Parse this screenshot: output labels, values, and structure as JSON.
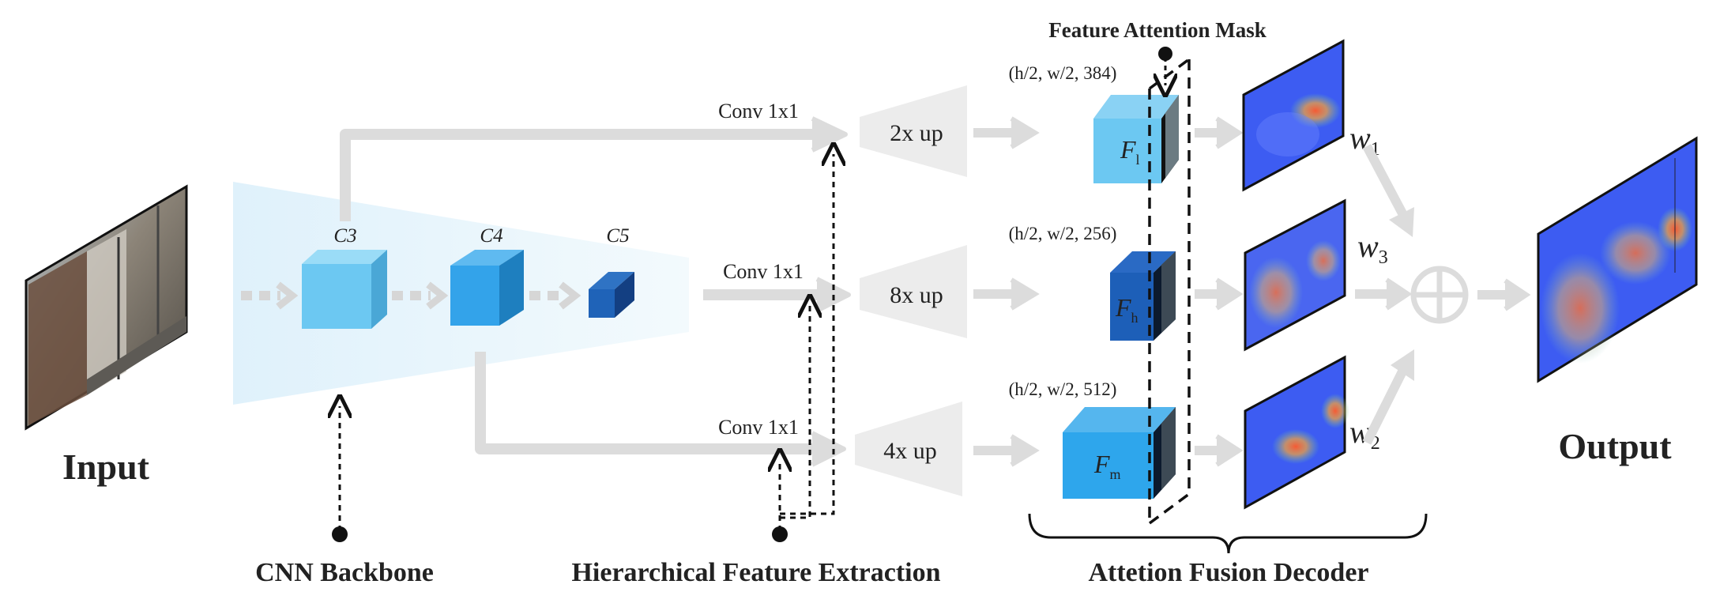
{
  "title": "Feature Attention Mask",
  "input_label": "Input",
  "output_label": "Output",
  "backbone": {
    "label": "CNN Backbone",
    "stages": [
      "C3",
      "C4",
      "C5"
    ]
  },
  "extraction": {
    "label": "Hierarchical Feature Extraction",
    "conv_labels": [
      "Conv 1x1",
      "Conv 1x1",
      "Conv 1x1"
    ],
    "up_labels": [
      "2x up",
      "8x up",
      "4x up"
    ]
  },
  "decoder": {
    "label": "Attetion Fusion Decoder",
    "features": [
      {
        "name": "F",
        "sub": "l",
        "dims": "(h/2, w/2, 384)",
        "color": "#6cc8f2"
      },
      {
        "name": "F",
        "sub": "h",
        "dims": "(h/2, w/2, 256)",
        "color": "#1d5fb8"
      },
      {
        "name": "F",
        "sub": "m",
        "dims": "(h/2, w/2, 512)",
        "color": "#2ea6ec"
      }
    ],
    "weights": [
      {
        "name": "w",
        "sub": "1"
      },
      {
        "name": "w",
        "sub": "3"
      },
      {
        "name": "w",
        "sub": "2"
      }
    ],
    "fusion_symbol": "⊕"
  },
  "colors": {
    "arrow_gray": "#dcdcdc",
    "backbone_fill": "#eaf6fc",
    "heatmap_base": "#3d5cf2"
  }
}
